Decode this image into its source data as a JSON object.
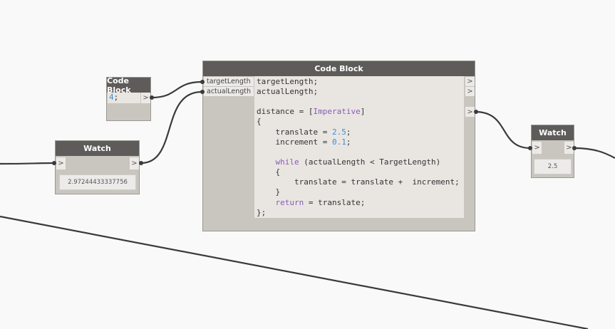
{
  "nodes": {
    "code_block_small": {
      "title": "Code Block",
      "code": "4",
      "code_suffix": ";",
      "output_arrow": ">"
    },
    "watch_left": {
      "title": "Watch",
      "input_arrow": ">",
      "output_arrow": ">",
      "value": "2.97244433337756"
    },
    "code_block_main": {
      "title": "Code Block",
      "inputs": [
        "targetLength",
        "actualLength"
      ],
      "output_arrows": [
        ">",
        ">",
        ">"
      ],
      "code_lines": {
        "l1": "targetLength;",
        "l2": "actualLength;",
        "l3a": "distance = [",
        "l3kw": "Imperative",
        "l3b": "]",
        "l4": "{",
        "l5a": "    translate = ",
        "l5n": "2.5",
        "l5b": ";",
        "l6a": "    increment = ",
        "l6n": "0.1",
        "l6b": ";",
        "l7kw": "    while",
        "l7b": " (actualLength < TargetLength)",
        "l8": "    {",
        "l9": "        translate = translate +  increment;",
        "l10": "    }",
        "l11kw": "    return",
        "l11b": " = translate;",
        "l12": "};"
      }
    },
    "watch_right": {
      "title": "Watch",
      "input_arrow": ">",
      "output_arrow": ">",
      "value": "2.5"
    }
  }
}
